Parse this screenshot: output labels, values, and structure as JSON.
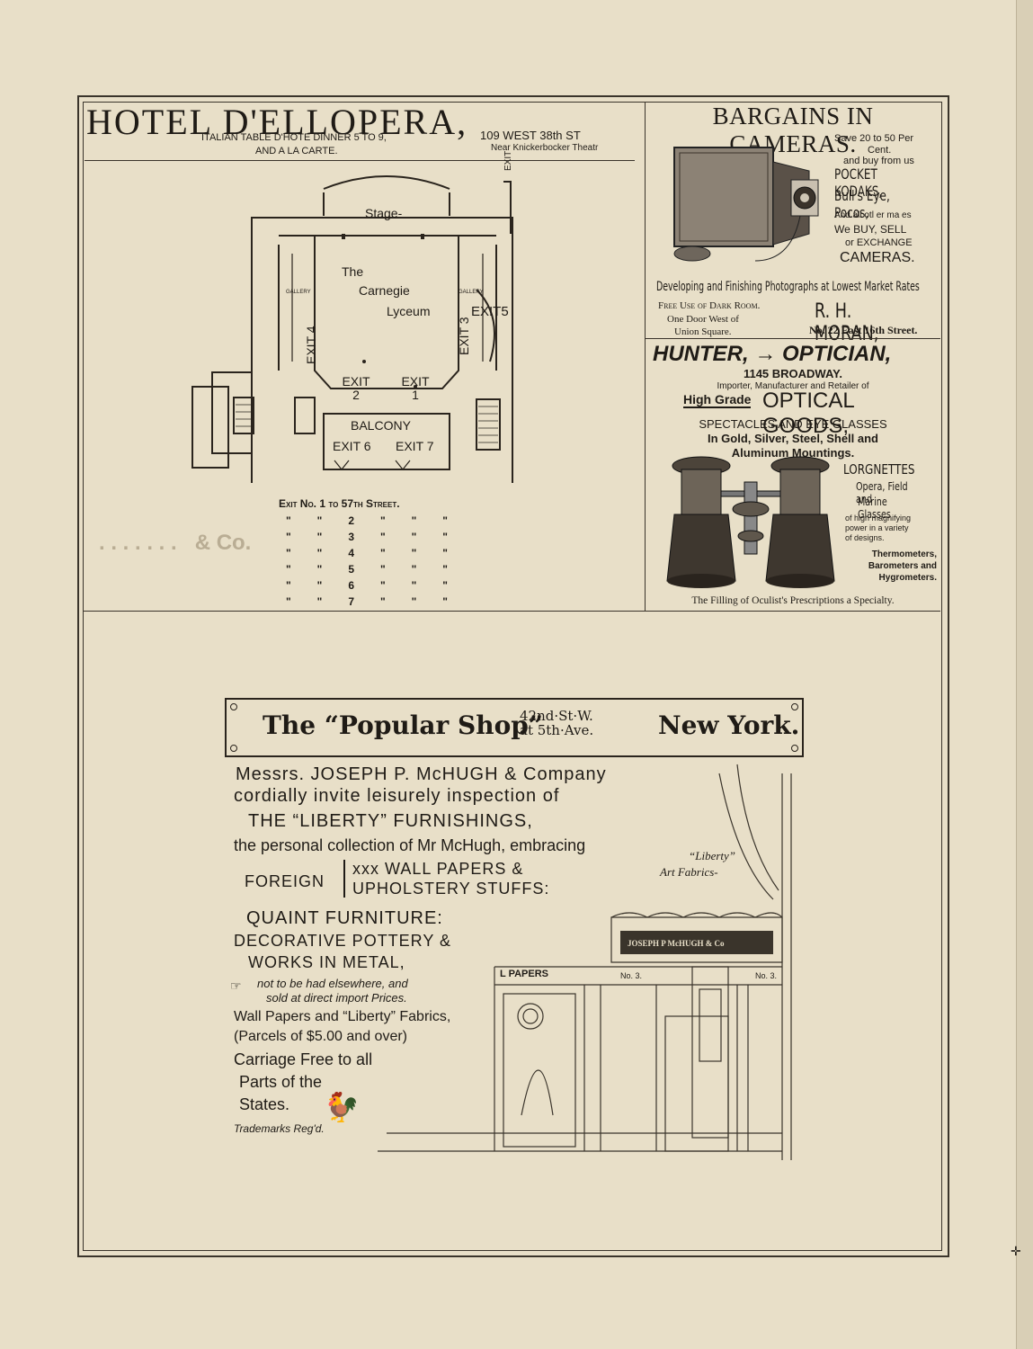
{
  "hotel": {
    "name": "HOTEL D'ELLOPERA,",
    "line1": "ITALIAN TABLE D'HOTE DINNER 5 TO 9,",
    "line2": "AND A LA CARTE.",
    "address": "109 WEST 38th ST",
    "near": "Near Knickerbocker Theatr"
  },
  "floorplan": {
    "stage": "Stage-",
    "venue": [
      "The",
      "Carnegie",
      "Lyceum"
    ],
    "gallery_left": "GALLERY",
    "gallery_right": "GALLERY",
    "exit_top": "EXIT",
    "exit5": "EXIT5",
    "exit4": "EXIT 4",
    "exit3": "EXIT 3",
    "exit2": "EXIT\n2",
    "exit1": "EXIT\n1",
    "balcony": "BALCONY",
    "exit6": "EXIT 6",
    "exit7": "EXIT 7",
    "exits_heading": "Exit No. 1 to 57th Street.",
    "exit_rows": [
      {
        "quote": "\"",
        "num": "2"
      },
      {
        "quote": "\"",
        "num": "3"
      },
      {
        "quote": "\"",
        "num": "4"
      },
      {
        "quote": "\"",
        "num": "5"
      },
      {
        "quote": "\"",
        "num": "6"
      },
      {
        "quote": "\"",
        "num": "7"
      }
    ]
  },
  "cameras": {
    "headline": "BARGAINS IN CAMERAS.",
    "save": "Save 20 to 50 Per",
    "cent": "Cent.",
    "buy": "and buy from us",
    "kodaks": "POCKET KODAKS,",
    "bullseye": "Bull's Eye, Pocos,",
    "others": "And all otl er ma es",
    "we_buy": "We BUY, SELL",
    "exchange": "or EXCHANGE",
    "cameras": "CAMERAS.",
    "developing": "Developing and Finishing Photographs at Lowest Market Rates",
    "darkroom": "Free Use of Dark Room.",
    "door": "One Door West of",
    "square": "Union Square.",
    "merchant": "R. H. MORAN,",
    "merchant_address": "No. 22 East 16th Street."
  },
  "optician": {
    "name": "HUNTER, → OPTICIAN,",
    "address": "1145 BROADWAY.",
    "importer": "Importer, Manufacturer and Retailer of",
    "high_grade": "High Grade",
    "optical_goods": "OPTICAL GOODS,",
    "spectacles": "SPECTACLES AND EYE GLASSES",
    "mountings": "In Gold, Silver, Steel, Shell and",
    "aluminum": "Aluminum Mountings.",
    "lorgnettes": "LORGNETTES",
    "opera": "Opera, Field and",
    "marine": "Marine Glasses",
    "magnifying": [
      "of high magnifying",
      "power in a variety",
      "of designs."
    ],
    "thermo": [
      "Thermometers,",
      "Barometers and",
      "Hygrometers."
    ],
    "footer": "The Filling of Oculist's Prescriptions a Specialty."
  },
  "popular_shop": {
    "title_pre": "The “Popular Shop”",
    "title_brace_top": "42nd·St·W.",
    "title_brace_bottom": "at 5th·Ave.",
    "title_post": "New York.",
    "lines": [
      "Messrs. JOSEPH P. McHUGH & Company",
      "cordially invite leisurely inspection of",
      "THE “LIBERTY” FURNISHINGS,",
      "the personal collection of Mr McHugh, embracing"
    ],
    "foreign": "FOREIGN",
    "wallpapers": "xxx WALL PAPERS &",
    "upholstery": "UPHOLSTERY STUFFS:",
    "furniture": "QUAINT FURNITURE:",
    "pottery": "DECORATIVE POTTERY &",
    "metal": "WORKS IN METAL,",
    "notelse1": "not to be had elsewhere, and",
    "notelse2": "sold at direct import Prices.",
    "fabrics1": "Wall Papers and “Liberty” Fabrics,",
    "fabrics2": "(Parcels of $5.00 and over)",
    "carriage": [
      "Carriage Free to all",
      "Parts of the",
      "States."
    ],
    "trademark": "Trademarks Reg'd.",
    "liberty_sign1": "“Liberty”",
    "liberty_sign2": "Art Fabrics-",
    "shopsign": "JOSEPH P McHUGH & Co",
    "papers": "L PAPERS",
    "no3a": "No. 3.",
    "no3b": "No. 3."
  },
  "colors": {
    "paper": "#e8dfc8",
    "ink": "#1f1b16",
    "faint": "#b9ad94"
  }
}
